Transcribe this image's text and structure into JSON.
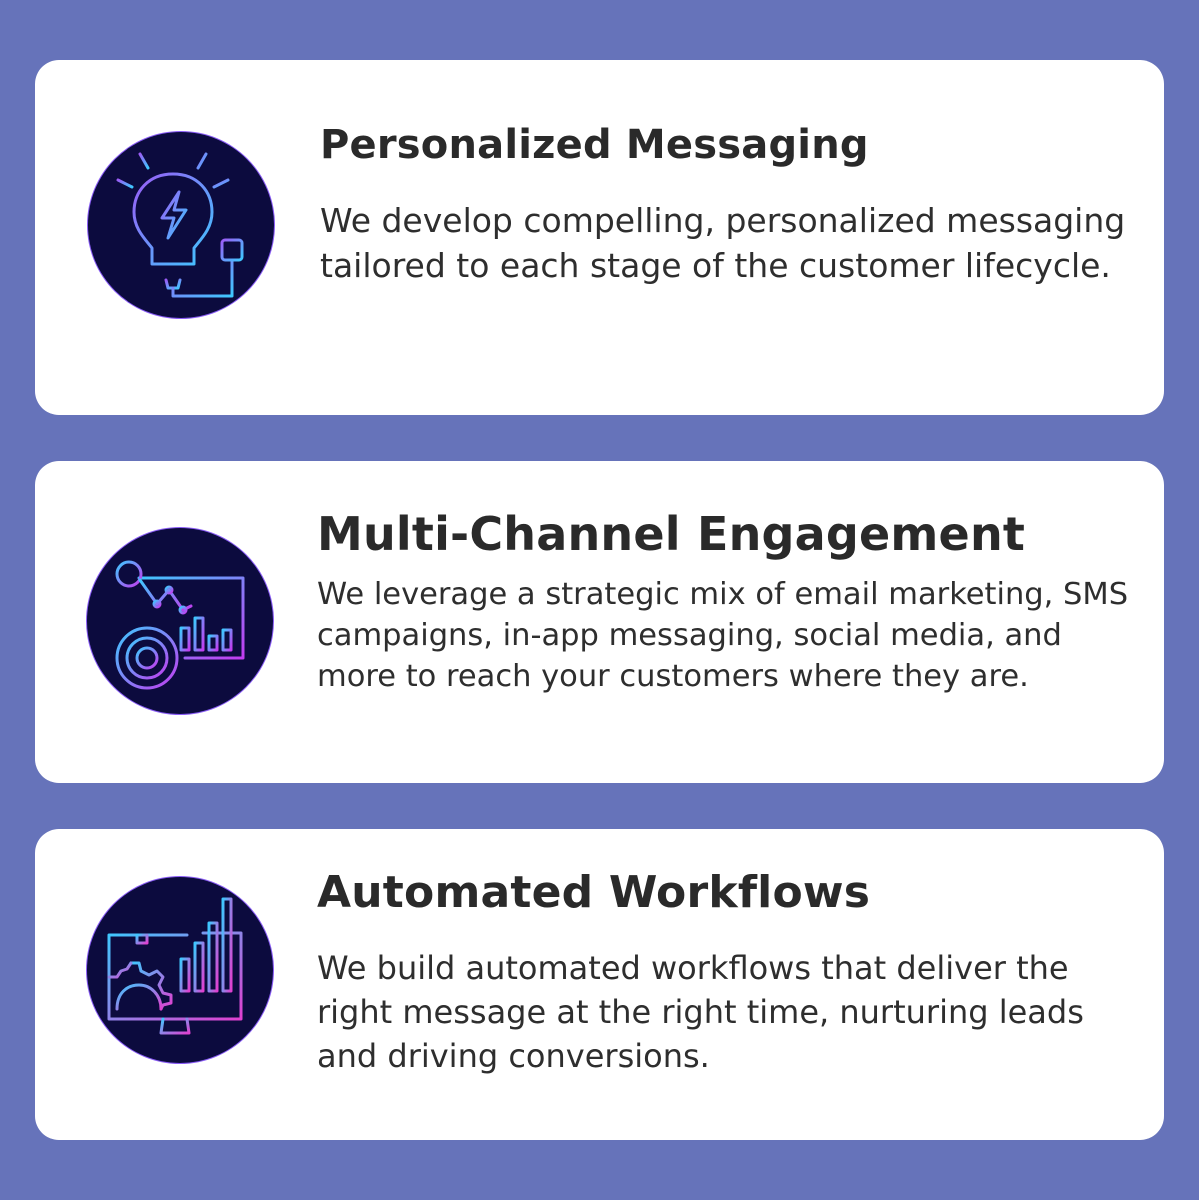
{
  "cards": [
    {
      "icon": "lightbulb-plug-icon",
      "title": "Personalized Messaging",
      "description": "We develop compelling, personalized messaging tailored to each stage of the customer lifecycle."
    },
    {
      "icon": "analytics-dashboard-icon",
      "title": "Multi-Channel Engagement",
      "description": "We leverage a strategic mix of email marketing, SMS campaigns, in-app messaging, social media, and more to reach your customers where they are."
    },
    {
      "icon": "monitor-gear-chart-icon",
      "title": "Automated Workflows",
      "description": "We build automated workflows that deliver the right message at the right time, nurturing leads and driving conversions."
    }
  ],
  "colors": {
    "background": "#6673ba",
    "card": "#ffffff",
    "icon_circle": "#0c0b3e",
    "gradient_start": "#3ec8ff",
    "gradient_end": "#c33cf0",
    "text": "#2a2a2a"
  }
}
